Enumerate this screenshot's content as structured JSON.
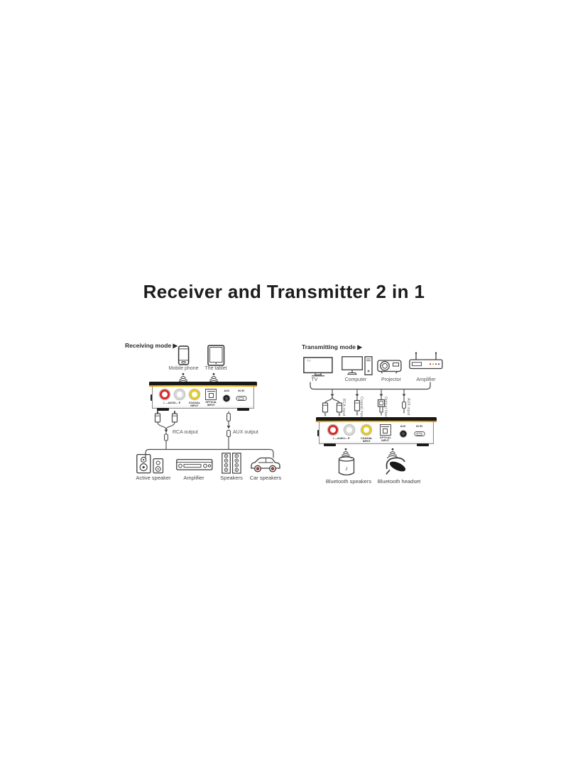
{
  "title": "Receiver and Transmitter 2 in 1",
  "device": {
    "audio_label": "L —AUDIO— R",
    "coaxial_line1": "COAXIAL",
    "coaxial_line2": "INPUT",
    "optical_line1": "OPTICAL",
    "optical_line2": "INPUT",
    "aux_label": "AUX",
    "power_label": "IN 5V"
  },
  "receiving": {
    "mode_label": "Receiving mode ▶",
    "sources": [
      {
        "label": "Mobile phone"
      },
      {
        "label": "The tablet"
      }
    ],
    "cables": [
      {
        "label": "RCA output"
      },
      {
        "label": "AUX output"
      }
    ],
    "sinks": [
      {
        "label": "Active speaker"
      },
      {
        "label": "Amplifier"
      },
      {
        "label": "Speakers"
      },
      {
        "label": "Car speakers"
      }
    ]
  },
  "transmitting": {
    "mode_label": "Transmitting mode ▶",
    "tv_screen_label": "TV",
    "sources": [
      {
        "label": "TV"
      },
      {
        "label": "Computer"
      },
      {
        "label": "Projector"
      },
      {
        "label": "Amplifier"
      }
    ],
    "cables": [
      {
        "label": "RCA input"
      },
      {
        "label": "Coaxial input"
      },
      {
        "label": "Optical fiber"
      },
      {
        "label": "AUX input"
      }
    ],
    "sinks": [
      {
        "label": "Bluetooth speakers"
      },
      {
        "label": "Bluetooth headset"
      }
    ]
  },
  "icons": {
    "music_note": "♪"
  },
  "colors": {
    "accent_yellow": "#f7ba00",
    "rca_red": "#d92b2b",
    "rca_yellow": "#e6cb1f",
    "line": "#4a4a4a"
  }
}
